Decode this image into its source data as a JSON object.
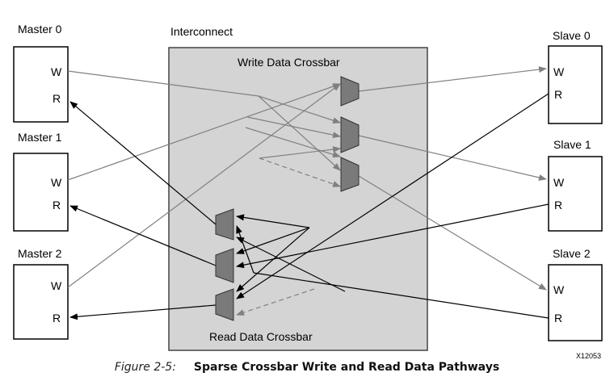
{
  "diagram": {
    "interconnect_label": "Interconnect",
    "write_crossbar_label": "Write Data Crossbar",
    "read_crossbar_label": "Read Data Crossbar",
    "masters": [
      {
        "name": "Master 0",
        "w": "W",
        "r": "R"
      },
      {
        "name": "Master 1",
        "w": "W",
        "r": "R"
      },
      {
        "name": "Master 2",
        "w": "W",
        "r": "R"
      }
    ],
    "slaves": [
      {
        "name": "Slave 0",
        "w": "W",
        "r": "R"
      },
      {
        "name": "Slave 1",
        "w": "W",
        "r": "R"
      },
      {
        "name": "Slave 2",
        "w": "W",
        "r": "R"
      }
    ],
    "figure_id": "X12053",
    "colors": {
      "write_path": "#808080",
      "read_path": "#000000",
      "interconnect_fill": "#d4d4d4",
      "mux_fill": "#7a7a7a"
    }
  },
  "caption": {
    "number": "Figure 2-5:",
    "title": "Sparse Crossbar Write and Read Data Pathways"
  }
}
